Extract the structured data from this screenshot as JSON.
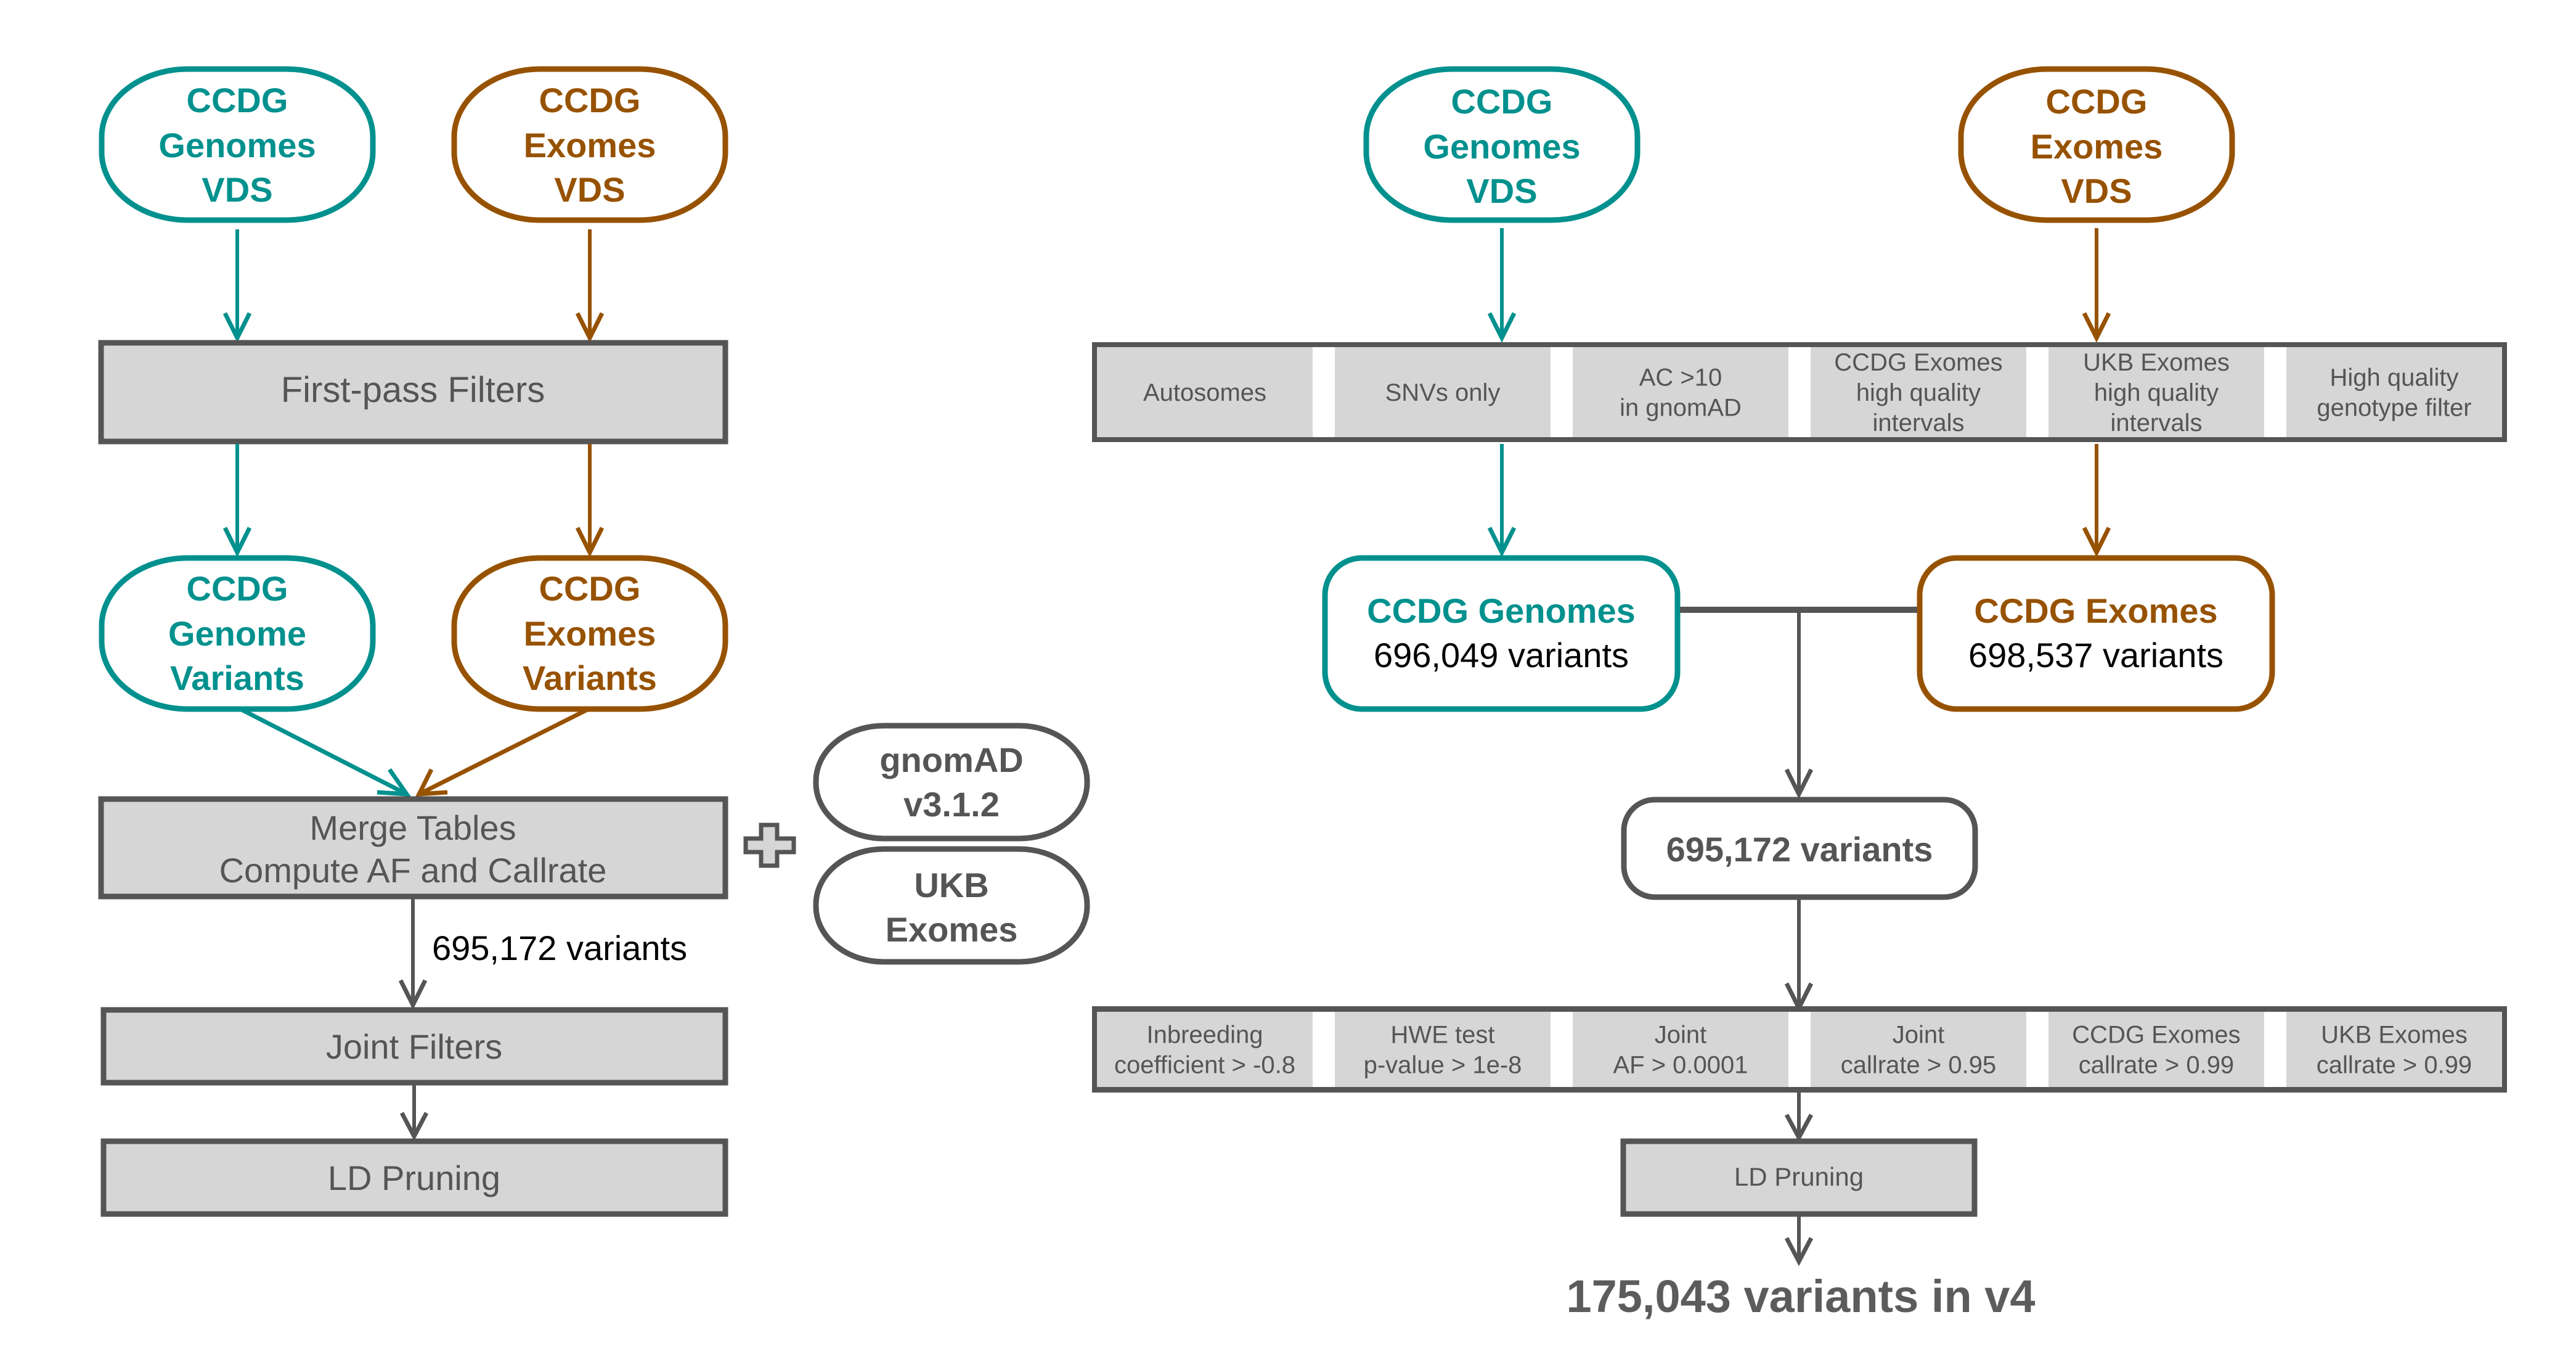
{
  "colors": {
    "genomes": "#00918e",
    "exomes": "#975200",
    "neutral": "#555555",
    "box_fill": "#d6d6d6",
    "text_dark": "#000000"
  },
  "left_panel": {
    "genomes_vds": [
      "CCDG",
      "Genomes",
      "VDS"
    ],
    "exomes_vds": [
      "CCDG",
      "Exomes",
      "VDS"
    ],
    "first_pass_filters": "First-pass Filters",
    "genome_variants": [
      "CCDG",
      "Genome",
      "Variants"
    ],
    "exomes_variants": [
      "CCDG",
      "Exomes",
      "Variants"
    ],
    "merge_tables": [
      "Merge Tables",
      "Compute AF and Callrate"
    ],
    "plus_icon": "plus-icon",
    "gnomad": [
      "gnomAD",
      "v3.1.2"
    ],
    "ukb_exomes": [
      "UKB",
      "Exomes"
    ],
    "merged_count": "695,172 variants",
    "joint_filters": "Joint Filters",
    "ld_pruning": "LD Pruning"
  },
  "right_panel": {
    "genomes_vds": [
      "CCDG",
      "Genomes",
      "VDS"
    ],
    "exomes_vds": [
      "CCDG",
      "Exomes",
      "VDS"
    ],
    "first_pass_filters": [
      [
        "Autosomes"
      ],
      [
        "SNVs only"
      ],
      [
        "AC >10",
        "in gnomAD"
      ],
      [
        "CCDG Exomes",
        "high quality",
        "intervals"
      ],
      [
        "UKB Exomes",
        "high quality",
        "intervals"
      ],
      [
        "High quality",
        "genotype filter"
      ]
    ],
    "genomes_result": {
      "title": "CCDG Genomes",
      "count": "696,049 variants"
    },
    "exomes_result": {
      "title": "CCDG Exomes",
      "count": "698,537 variants"
    },
    "merged_count": "695,172 variants",
    "joint_filters": [
      [
        "Inbreeding",
        "coefficient > -0.8"
      ],
      [
        "HWE test",
        "p-value > 1e-8"
      ],
      [
        "Joint",
        "AF > 0.0001"
      ],
      [
        "Joint",
        "callrate > 0.95"
      ],
      [
        "CCDG Exomes",
        "callrate > 0.99"
      ],
      [
        "UKB Exomes",
        "callrate > 0.99"
      ]
    ],
    "ld_pruning": "LD Pruning",
    "final_count": "175,043 variants in v4"
  }
}
